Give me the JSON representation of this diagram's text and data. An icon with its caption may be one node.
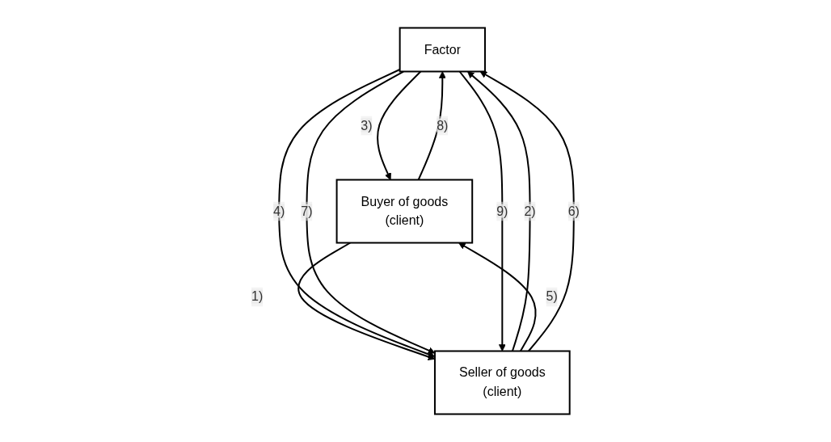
{
  "diagram": {
    "nodes": [
      {
        "text": [
          "Factor"
        ]
      },
      {
        "text": [
          "Seller of goods",
          "(client)"
        ]
      },
      {
        "text": [
          "Buyer of goods",
          "(client)"
        ]
      }
    ],
    "edges": [
      {
        "from": 2,
        "to": 1,
        "arrow": "to",
        "label": "1)"
      },
      {
        "from": 1,
        "to": 0,
        "arrow": "to",
        "label": "2)"
      },
      {
        "from": 0,
        "to": 2,
        "arrow": "to",
        "label": "3)"
      },
      {
        "from": 0,
        "to": 1,
        "arrow": "to",
        "label": "4)"
      },
      {
        "from": 1,
        "to": 2,
        "arrow": "to",
        "label": "5)"
      },
      {
        "from": 1,
        "to": 0,
        "arrow": "to",
        "label": "6)"
      },
      {
        "from": 0,
        "to": 1,
        "arrow": "to",
        "label": "7)"
      },
      {
        "from": 2,
        "to": 0,
        "arrow": "to",
        "label": "8)"
      },
      {
        "from": 0,
        "to": 1,
        "arrow": "to",
        "label": "9)"
      }
    ]
  }
}
